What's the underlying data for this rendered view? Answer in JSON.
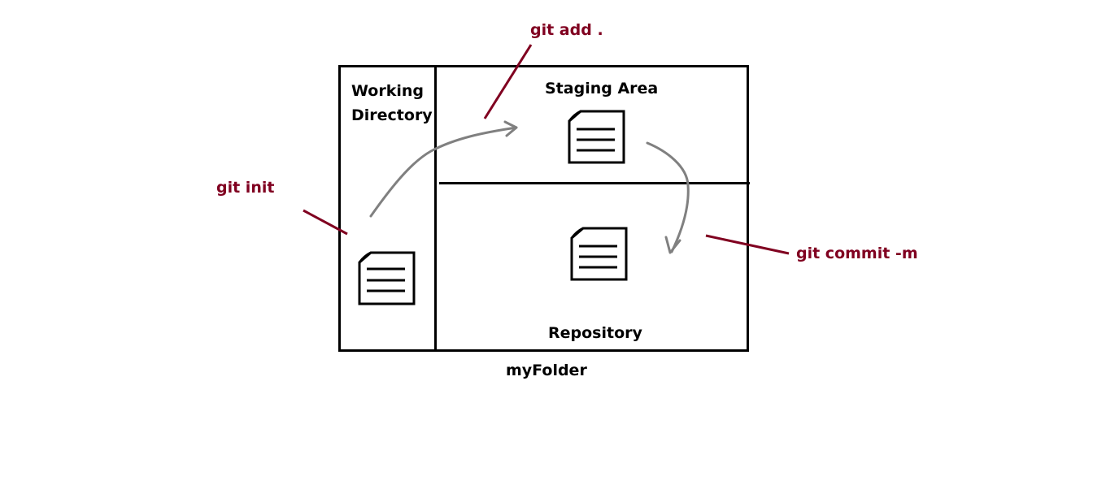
{
  "areas": {
    "working_directory": [
      "Working",
      "Directory"
    ],
    "staging_area": "Staging Area",
    "repository": "Repository",
    "folder": "myFolder"
  },
  "commands": {
    "init": "git init",
    "add": "git add .",
    "commit": "git commit -m"
  },
  "icons": {
    "document": "document-icon",
    "arrow": "curved-arrow-icon"
  },
  "colors": {
    "command_text": "#800020",
    "arrow": "#808080",
    "outline": "#000000"
  }
}
